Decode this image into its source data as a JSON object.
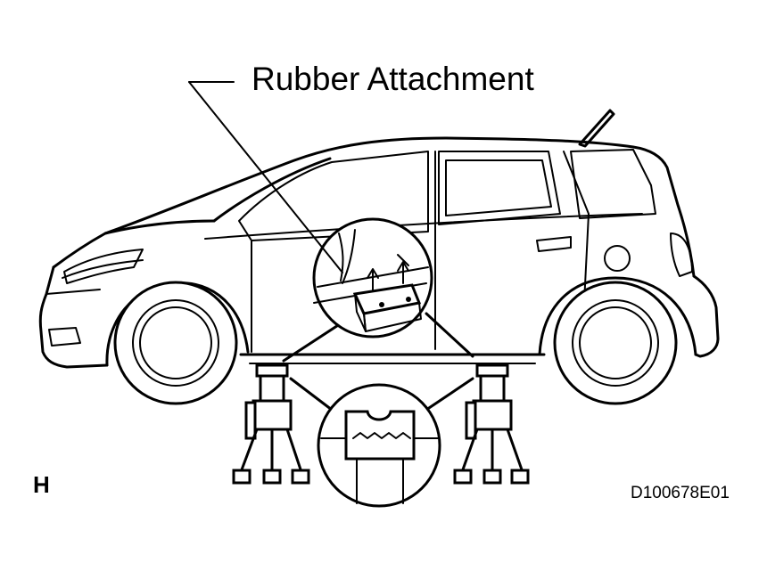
{
  "diagram": {
    "callout_label": "Rubber Attachment",
    "view_code": "H",
    "figure_id": "D100678E01"
  }
}
